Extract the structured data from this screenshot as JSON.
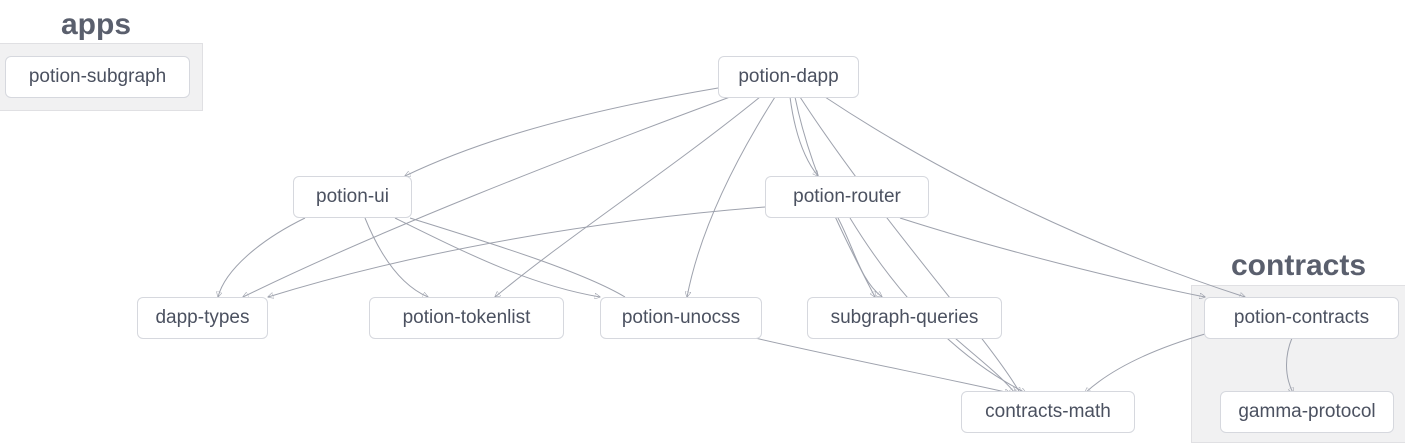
{
  "groups": {
    "apps": {
      "title": "apps"
    },
    "contracts": {
      "title": "contracts"
    }
  },
  "nodes": {
    "potion_subgraph": "potion-subgraph",
    "potion_dapp": "potion-dapp",
    "potion_ui": "potion-ui",
    "potion_router": "potion-router",
    "dapp_types": "dapp-types",
    "potion_tokenlist": "potion-tokenlist",
    "potion_unocss": "potion-unocss",
    "subgraph_queries": "subgraph-queries",
    "potion_contracts": "potion-contracts",
    "contracts_math": "contracts-math",
    "gamma_protocol": "gamma-protocol"
  },
  "colors": {
    "group_background": "#f1f1f2",
    "node_border": "#d6d8de",
    "edge": "#9ea2ad",
    "text": "#4b5160",
    "group_title": "#5a5f6d"
  }
}
